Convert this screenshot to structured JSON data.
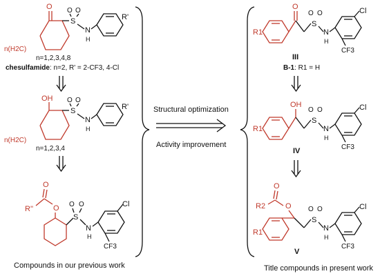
{
  "colors": {
    "highlight": "#c0392b",
    "bonds": "#111111"
  },
  "left_panel": {
    "caption": "Compounds in our previous work",
    "compound1": {
      "atom_O": "O",
      "atom_S": "S",
      "atom_N": "N",
      "atom_H": "H",
      "substituent": "R'",
      "chain": "n(H2C)",
      "n_values": "n=1,2,3,4,8",
      "reference_label": "chesulfamide",
      "reference_detail": ": n=2, R' = 2-CF3, 4-Cl"
    },
    "compound2": {
      "hydroxyl": "OH",
      "atom_O": "O",
      "atom_S": "S",
      "atom_N": "N",
      "atom_H": "H",
      "substituent": "R'",
      "chain": "n(H2C)",
      "n_values": "n=1,2,3,4"
    },
    "compound3": {
      "ester_substituent": "R''",
      "atom_O": "O",
      "atom_S": "S",
      "atom_N": "N",
      "atom_H": "H",
      "halogen": "Cl",
      "fluoro": "CF3"
    }
  },
  "center": {
    "top_label": "Structural optimization",
    "bottom_label": "Activity improvement"
  },
  "right_panel": {
    "caption": "Title compounds in present work",
    "compound_III": {
      "label": "III",
      "ring_substituent": "R1",
      "atom_O": "O",
      "atom_S": "S",
      "atom_N": "N",
      "atom_H": "H",
      "halogen": "Cl",
      "fluoro": "CF3",
      "b1_label": "B-1",
      "b1_detail": ": R1 = H"
    },
    "compound_IV": {
      "label": "IV",
      "ring_substituent": "R1",
      "hydroxyl": "OH",
      "atom_O": "O",
      "atom_S": "S",
      "atom_N": "N",
      "atom_H": "H",
      "halogen": "Cl",
      "fluoro": "CF3"
    },
    "compound_V": {
      "label": "V",
      "ring_substituent": "R1",
      "ester_substituent": "R2",
      "atom_O": "O",
      "atom_S": "S",
      "atom_N": "N",
      "atom_H": "H",
      "halogen": "Cl",
      "fluoro": "CF3"
    }
  }
}
